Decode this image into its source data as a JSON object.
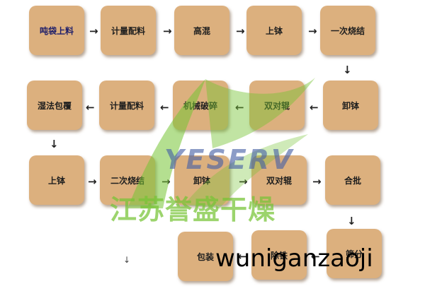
{
  "nodes": [
    "吨袋上料",
    "计量配料",
    "高混",
    "上钵",
    "一次烧结",
    "卸钵",
    "双对辊",
    "机械破碎",
    "计量配料",
    "湿法包覆",
    "上钵",
    "二次烧结",
    "卸钵",
    "双对辊",
    "合批",
    "筛分",
    "除铁",
    "包装"
  ],
  "arrows": {
    "right": "→",
    "left": "←",
    "down": "↓"
  },
  "watermark": {
    "brand_latin": "YESERV",
    "brand_cn": "江苏誉盛干燥",
    "url": "wuniganzaoji"
  },
  "colors": {
    "box_fill": "#dcb07e",
    "watermark_green": "#76c434",
    "watermark_blue": "#4660a5"
  }
}
